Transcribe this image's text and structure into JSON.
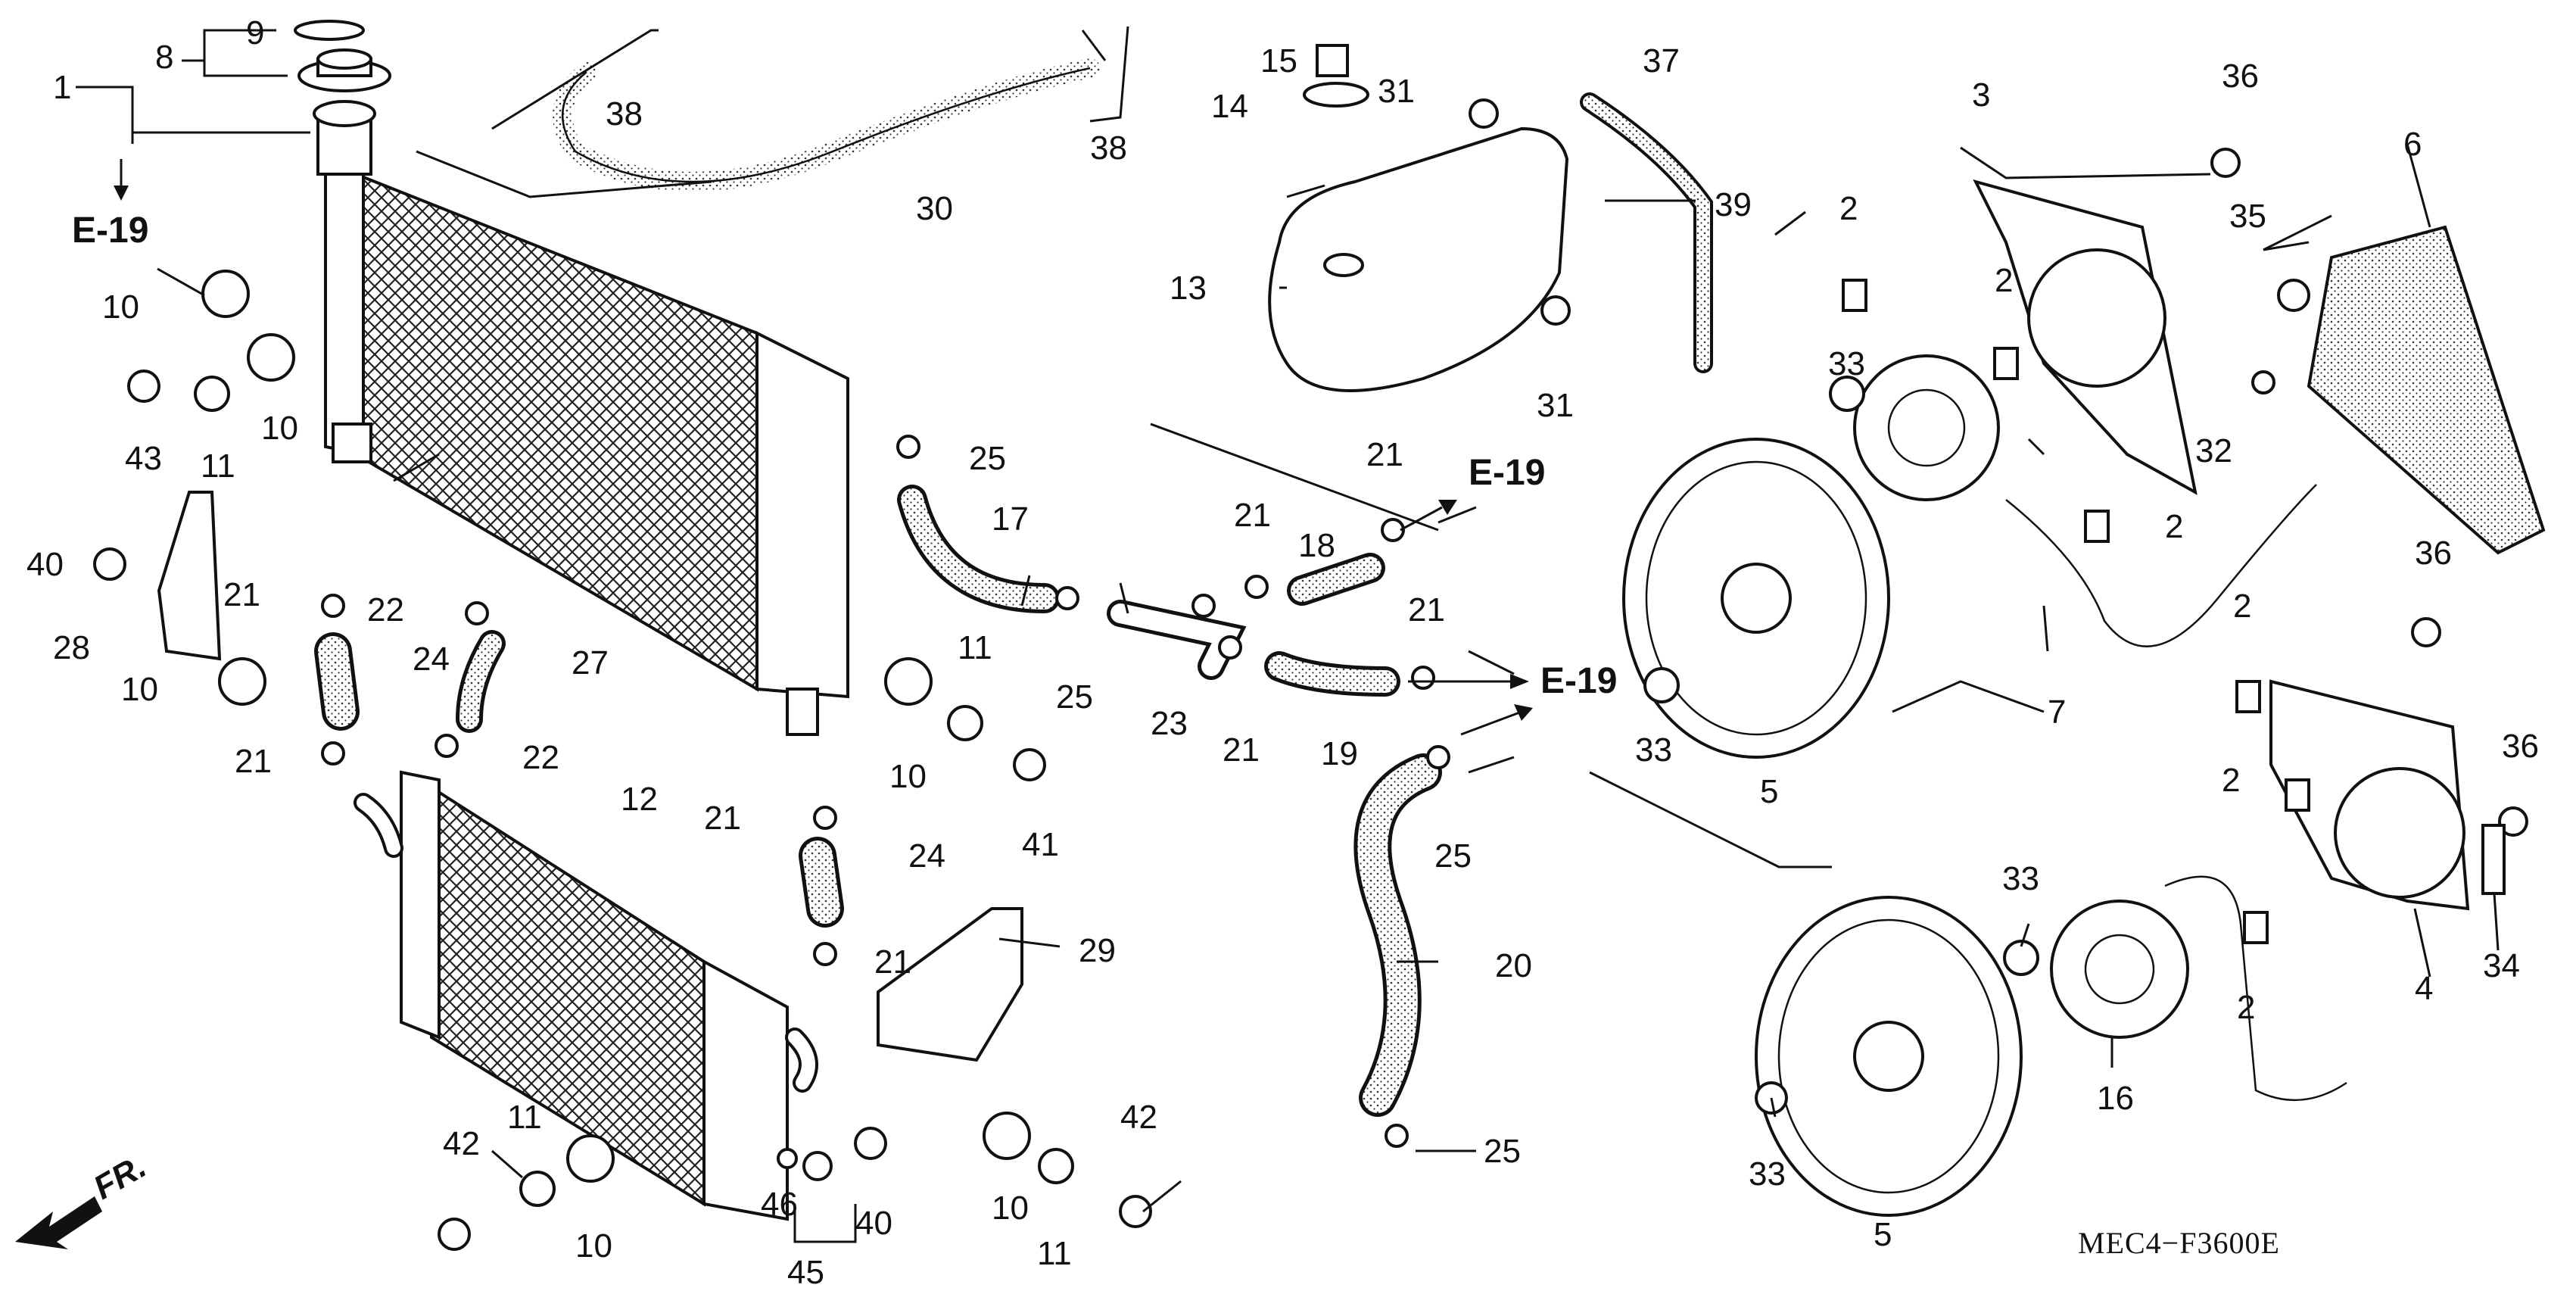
{
  "diagram": {
    "code": "MEC4−F3600E",
    "front_marker": "FR.",
    "references": [
      "E-19",
      "E-19",
      "E-19"
    ],
    "part_numbers": {
      "p1": "1",
      "p2a": "2",
      "p2b": "2",
      "p2c": "2",
      "p2d": "2",
      "p2e": "2",
      "p2f": "2",
      "p3": "3",
      "p4": "4",
      "p5a": "5",
      "p5b": "5",
      "p6": "6",
      "p7": "7",
      "p8": "8",
      "p9": "9",
      "p10a": "10",
      "p10b": "10",
      "p10c": "10",
      "p10d": "10",
      "p10e": "10",
      "p10f": "10",
      "p11a": "11",
      "p11b": "11",
      "p11c": "11",
      "p11d": "11",
      "p12": "12",
      "p13": "13",
      "p14": "14",
      "p15": "15",
      "p16": "16",
      "p17": "17",
      "p18": "18",
      "p19": "19",
      "p20": "20",
      "p21a": "21",
      "p21b": "21",
      "p21c": "21",
      "p21d": "21",
      "p21e": "21",
      "p21f": "21",
      "p21g": "21",
      "p21h": "21",
      "p22a": "22",
      "p22b": "22",
      "p23": "23",
      "p24a": "24",
      "p24b": "24",
      "p25a": "25",
      "p25b": "25",
      "p25c": "25",
      "p25d": "25",
      "p27": "27",
      "p28": "28",
      "p29": "29",
      "p30": "30",
      "p31a": "31",
      "p31b": "31",
      "p32": "32",
      "p33a": "33",
      "p33b": "33",
      "p33c": "33",
      "p33d": "33",
      "p34": "34",
      "p35": "35",
      "p36a": "36",
      "p36b": "36",
      "p36c": "36",
      "p37": "37",
      "p38a": "38",
      "p38b": "38",
      "p39": "39",
      "p40a": "40",
      "p40b": "40",
      "p41": "41",
      "p42a": "42",
      "p42b": "42",
      "p43": "43",
      "p45": "45",
      "p46": "46"
    }
  }
}
